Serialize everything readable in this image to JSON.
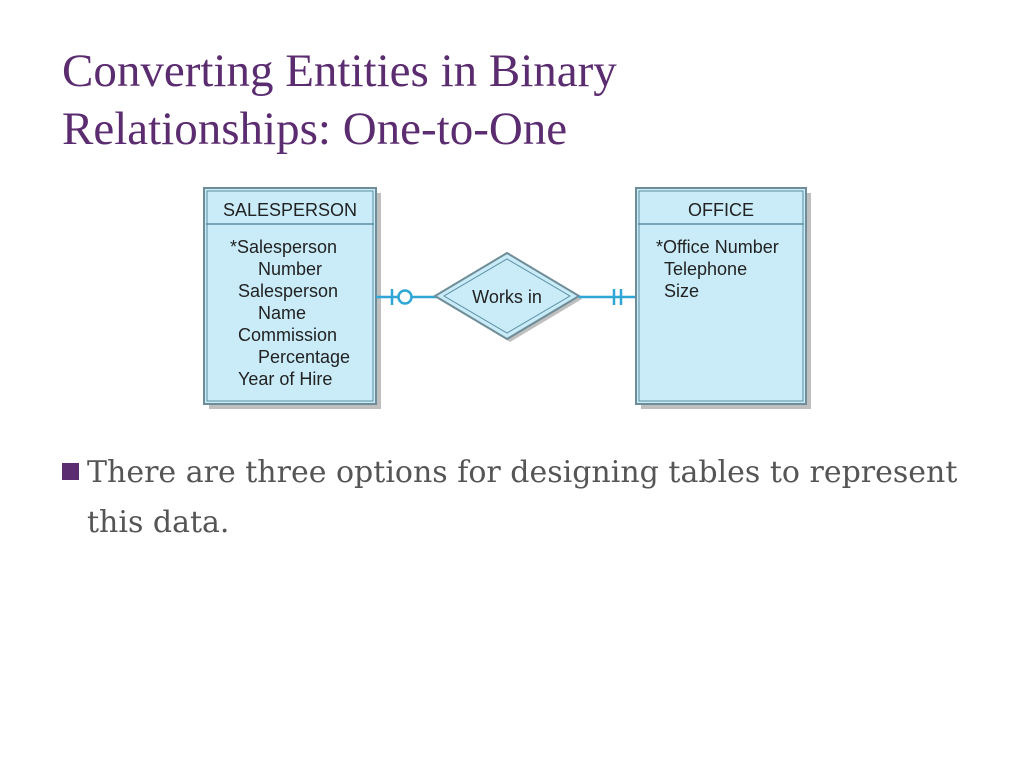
{
  "slide": {
    "title_line1": "Converting Entities in Binary",
    "title_line2": "Relationships: One-to-One",
    "bullet_text": "There are three options for designing tables to represent this data."
  },
  "diagram": {
    "entity_left": {
      "name": "SALESPERSON",
      "attributes": [
        "*Salesperson",
        "Number",
        "Salesperson",
        "Name",
        "Commission",
        "Percentage",
        "Year of Hire"
      ]
    },
    "relationship": {
      "label": "Works in"
    },
    "entity_right": {
      "name": "OFFICE",
      "attributes": [
        "*Office Number",
        "Telephone",
        "Size"
      ]
    },
    "colors": {
      "title": "#5b2c6f",
      "entity_fill": "#c9ecf8",
      "connector": "#2fa6d6"
    }
  }
}
